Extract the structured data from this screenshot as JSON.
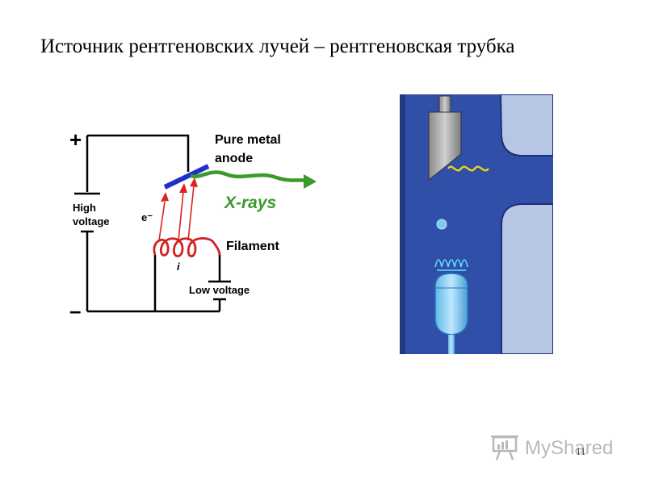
{
  "slide": {
    "title": "Источник рентгеновских лучей – рентгеновская трубка",
    "page_number": "11"
  },
  "circuit": {
    "plus_sign": "+",
    "minus_sign": "–",
    "high_voltage_line1": "High",
    "high_voltage_line2": "voltage",
    "electron_label": "e⁻",
    "current_label": "i",
    "anode_label_line1": "Pure metal",
    "anode_label_line2": "anode",
    "xrays_label": "X-rays",
    "filament_label": "Filament",
    "low_voltage_label": "Low voltage",
    "colors": {
      "wire": "#000000",
      "anode": "#1f2fc8",
      "electrons": "#e02020",
      "xrays": "#3a9a2a",
      "filament": "#d42020"
    }
  },
  "tube": {
    "colors": {
      "tube_body": "#2f4fa8",
      "background": "#b8c6e6",
      "cathode_glow": "#66ddff",
      "xray": "#f0d020"
    }
  },
  "watermark": {
    "text": "MyShared"
  }
}
